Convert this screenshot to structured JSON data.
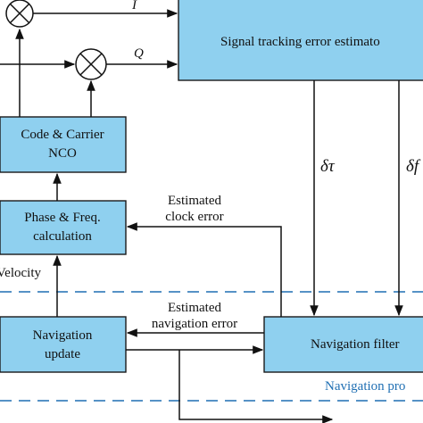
{
  "colors": {
    "box_fill": "#8fd0ef",
    "box_stroke": "#1a1a1a",
    "line": "#111111",
    "dashed_separator": "#1f6fb3",
    "background": "#ffffff"
  },
  "blocks": {
    "signal_tracking": {
      "label": "Signal tracking error estimato"
    },
    "code_carrier_nco": {
      "line1": "Code & Carrier",
      "line2": "NCO"
    },
    "phase_freq": {
      "line1": "Phase & Freq.",
      "line2": "calculation"
    },
    "navigation_update": {
      "line1": "Navigation",
      "line2": "update"
    },
    "navigation_filter": {
      "label": "Navigation filter"
    }
  },
  "signals": {
    "i_label": "I",
    "q_label": "Q",
    "delta_tau": "δτ",
    "delta_f": "δf",
    "velocity": "Velocity",
    "estimated_clock_error": {
      "line1": "Estimated",
      "line2": "clock error"
    },
    "estimated_navigation_error": {
      "line1": "Estimated",
      "line2": "navigation error"
    },
    "navigation_region": "Navigation pro"
  },
  "icons": {
    "mixer": "multiplier-circle-x"
  }
}
